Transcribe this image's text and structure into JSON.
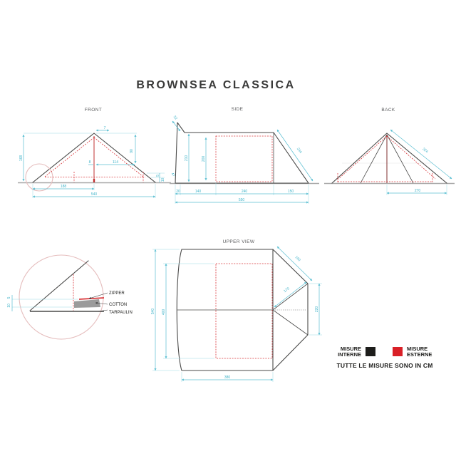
{
  "title": "BROWNSEA CLASSICA",
  "views": {
    "front": {
      "label": "FRONT",
      "dims": {
        "apex_width": "7",
        "height": "168",
        "slope_height": "90",
        "center_gap": "8",
        "half_inner_width": "114",
        "left_segment": "188",
        "total_width": "540",
        "corner_offset": "47",
        "zipper_gap": "5",
        "tarpaulin_height": "10"
      }
    },
    "side": {
      "label": "SIDE",
      "dims": {
        "front_peak": "32",
        "wall_height": "210",
        "inner_height": "200",
        "rear_slope": "244",
        "segment_1": "20",
        "segment_2": "140",
        "segment_3": "240",
        "segment_4": "150",
        "total_length": "550"
      }
    },
    "back": {
      "label": "BACK",
      "dims": {
        "slope_length": "324",
        "half_width": "270"
      }
    },
    "upper": {
      "label": "UPPER VIEW",
      "dims": {
        "outer_width": "540",
        "inner_width": "400",
        "body_length": "380",
        "porch_slope_outer": "190",
        "porch_slope_inner": "170",
        "porch_front_edge": "220"
      }
    }
  },
  "detail": {
    "zipper_label": "ZIPPER",
    "cotton_label": "COTTON",
    "tarpaulin_label": "TARPAULIN",
    "zipper_gap": "5",
    "tarpaulin_height": "10"
  },
  "legend": {
    "internal_word1": "MISURE",
    "internal_word2": "INTERNE",
    "external_word1": "MISURE",
    "external_word2": "ESTERNE",
    "note": "TUTTE LE MISURE SONO IN CM",
    "internal_color": "#1d1d1b",
    "external_color": "#d92027"
  },
  "colors": {
    "dimension": "#5bbfd2",
    "outline": "#4a4a49",
    "external_red": "#d9363a",
    "ground_gray": "#a8a8a8",
    "detail_circle_pink": "#e5bcbc"
  }
}
